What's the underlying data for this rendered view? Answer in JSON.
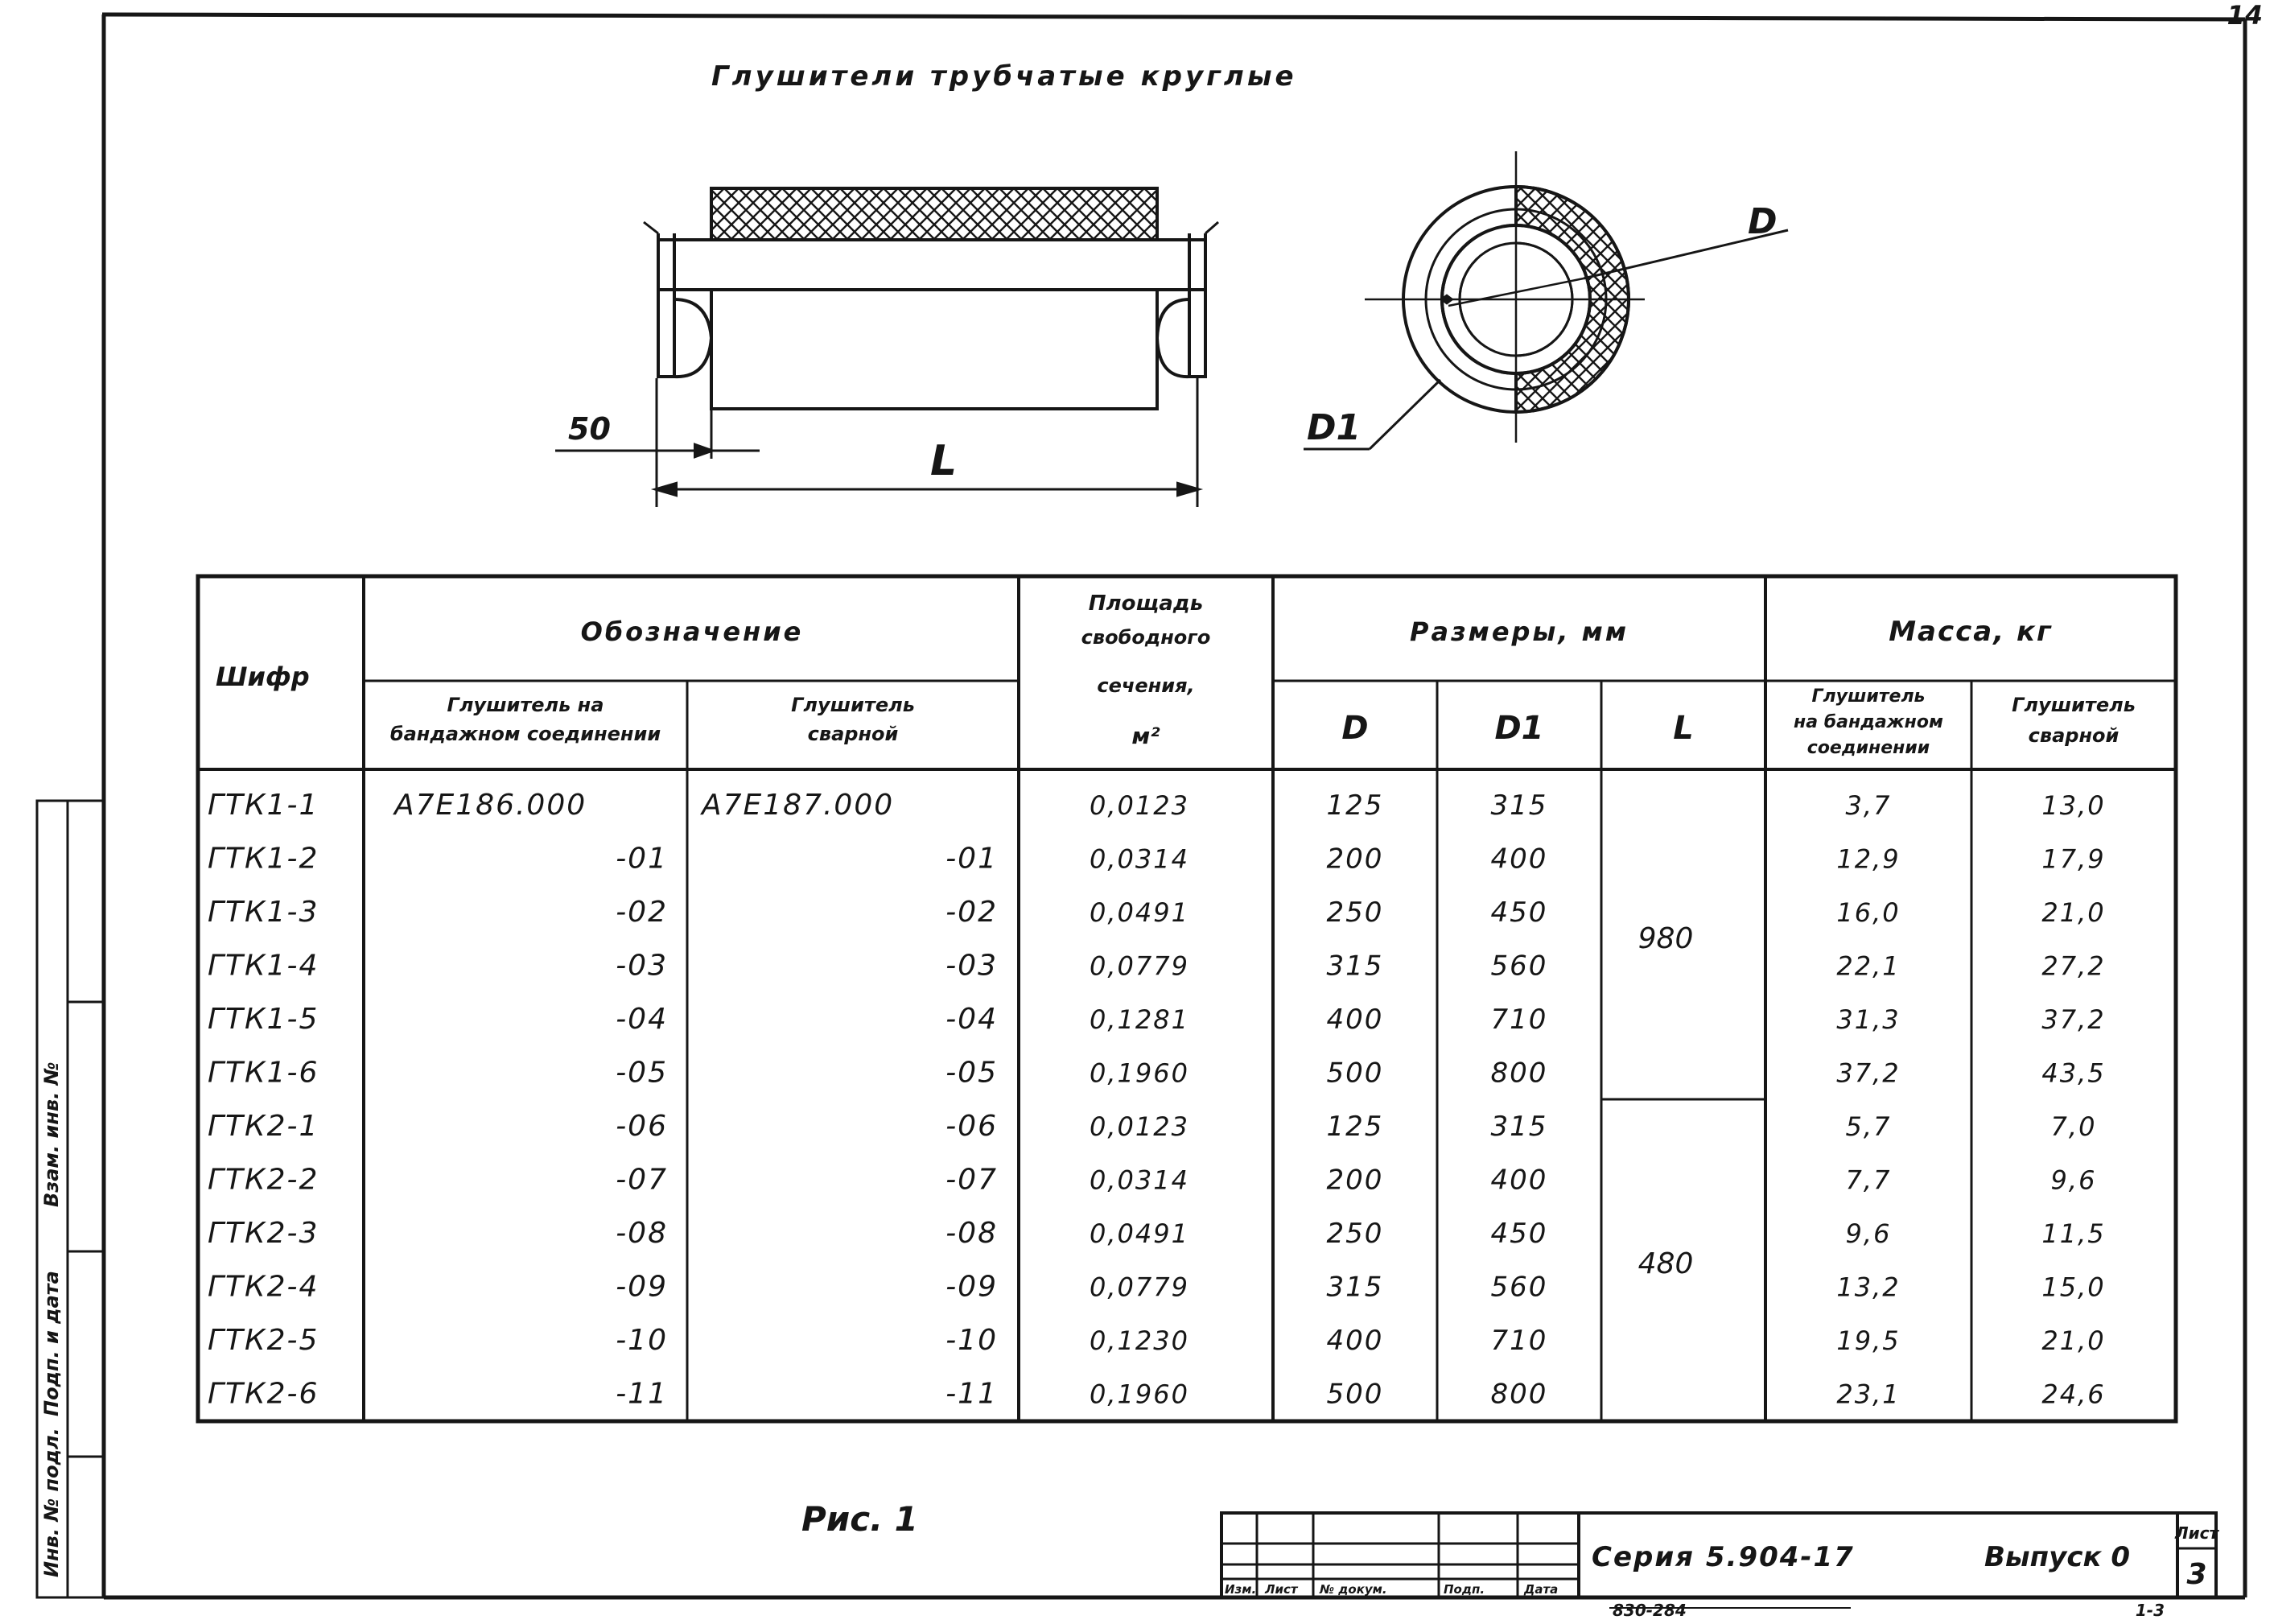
{
  "page_number": "14",
  "drawing_title": "Глушители трубчатые круглые",
  "dims": {
    "offset": "50",
    "length": "L",
    "outer": "D",
    "inner": "D1"
  },
  "table": {
    "col_shifr": "Шифр",
    "col_designation": "Обозначение",
    "col_designation_band": [
      "Глушитель на",
      "бандажном соединении"
    ],
    "col_designation_weld": [
      "Глушитель",
      "сварной"
    ],
    "col_area": [
      "Площадь",
      "свободного",
      "сечения,",
      "м²"
    ],
    "col_sizes": "Размеры, мм",
    "col_D": "D",
    "col_D1": "D1",
    "col_L": "L",
    "col_mass": "Масса, кг",
    "col_mass_band": [
      "Глушитель",
      "на бандажном",
      "соединении"
    ],
    "col_mass_weld": [
      "Глушитель",
      "сварной"
    ],
    "L_group1": "980",
    "L_group2": "480",
    "rows": [
      {
        "code": "ГТК1-1",
        "band": "А7Е186.000",
        "weld": "А7Е187.000",
        "area": "0,0123",
        "D": "125",
        "D1": "315",
        "mass_band": "3,7",
        "mass_weld": "13,0"
      },
      {
        "code": "ГТК1-2",
        "band": "-01",
        "weld": "-01",
        "area": "0,0314",
        "D": "200",
        "D1": "400",
        "mass_band": "12,9",
        "mass_weld": "17,9"
      },
      {
        "code": "ГТК1-3",
        "band": "-02",
        "weld": "-02",
        "area": "0,0491",
        "D": "250",
        "D1": "450",
        "mass_band": "16,0",
        "mass_weld": "21,0"
      },
      {
        "code": "ГТК1-4",
        "band": "-03",
        "weld": "-03",
        "area": "0,0779",
        "D": "315",
        "D1": "560",
        "mass_band": "22,1",
        "mass_weld": "27,2"
      },
      {
        "code": "ГТК1-5",
        "band": "-04",
        "weld": "-04",
        "area": "0,1281",
        "D": "400",
        "D1": "710",
        "mass_band": "31,3",
        "mass_weld": "37,2"
      },
      {
        "code": "ГТК1-6",
        "band": "-05",
        "weld": "-05",
        "area": "0,1960",
        "D": "500",
        "D1": "800",
        "mass_band": "37,2",
        "mass_weld": "43,5"
      },
      {
        "code": "ГТК2-1",
        "band": "-06",
        "weld": "-06",
        "area": "0,0123",
        "D": "125",
        "D1": "315",
        "mass_band": "5,7",
        "mass_weld": "7,0"
      },
      {
        "code": "ГТК2-2",
        "band": "-07",
        "weld": "-07",
        "area": "0,0314",
        "D": "200",
        "D1": "400",
        "mass_band": "7,7",
        "mass_weld": "9,6"
      },
      {
        "code": "ГТК2-3",
        "band": "-08",
        "weld": "-08",
        "area": "0,0491",
        "D": "250",
        "D1": "450",
        "mass_band": "9,6",
        "mass_weld": "11,5"
      },
      {
        "code": "ГТК2-4",
        "band": "-09",
        "weld": "-09",
        "area": "0,0779",
        "D": "315",
        "D1": "560",
        "mass_band": "13,2",
        "mass_weld": "15,0"
      },
      {
        "code": "ГТК2-5",
        "band": "-10",
        "weld": "-10",
        "area": "0,1230",
        "D": "400",
        "D1": "710",
        "mass_band": "19,5",
        "mass_weld": "21,0"
      },
      {
        "code": "ГТК2-6",
        "band": "-11",
        "weld": "-11",
        "area": "0,1960",
        "D": "500",
        "D1": "800",
        "mass_band": "23,1",
        "mass_weld": "24,6"
      }
    ]
  },
  "figure_caption": "Рис. 1",
  "stamp": {
    "row_labels": [
      "Изм.",
      "Лист",
      "№ докум.",
      "Подп.",
      "Дата"
    ],
    "series": "Серия 5.904-17",
    "issue": "Выпуск 0",
    "sheet_label": "Лист",
    "sheet_number": "3"
  },
  "margin_labels": [
    "Инв. № подл.",
    "Подп. и дата",
    "Взам. инв. №"
  ],
  "footer_left": "830-284",
  "footer_right": "1-3"
}
